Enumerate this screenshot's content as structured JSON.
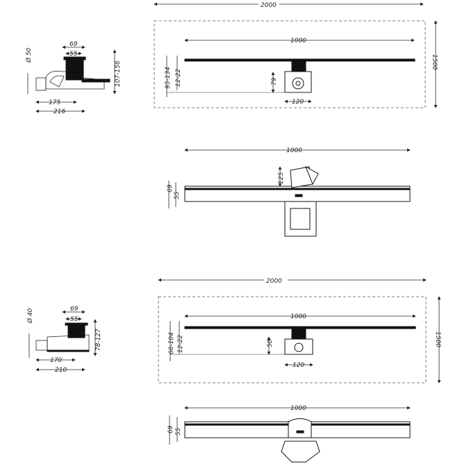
{
  "variant_a": {
    "side_view": {
      "dia": "Ø 50",
      "w69": "69",
      "w55": "55",
      "height": "107-156",
      "len175": "175",
      "len216": "216"
    },
    "plan": {
      "width": "2000",
      "depth": "1500",
      "channel": "1000",
      "install_h": "95-134",
      "tile_h": "12-22",
      "outlet_h": "79",
      "box_w": "120"
    },
    "front": {
      "channel": "1000",
      "h69": "69",
      "h55": "55",
      "outlet_h": "125"
    }
  },
  "variant_b": {
    "side_view": {
      "dia": "Ø 40",
      "w69": "69",
      "w55": "55",
      "height": "78-127",
      "len170": "170",
      "len210": "210"
    },
    "plan": {
      "width": "2000",
      "depth": "1500",
      "channel": "1000",
      "install_h": "66-104",
      "tile_h": "12-22",
      "outlet_h": "50",
      "box_w": "120"
    },
    "front": {
      "channel": "1000",
      "h69": "69",
      "h55": "55"
    }
  }
}
